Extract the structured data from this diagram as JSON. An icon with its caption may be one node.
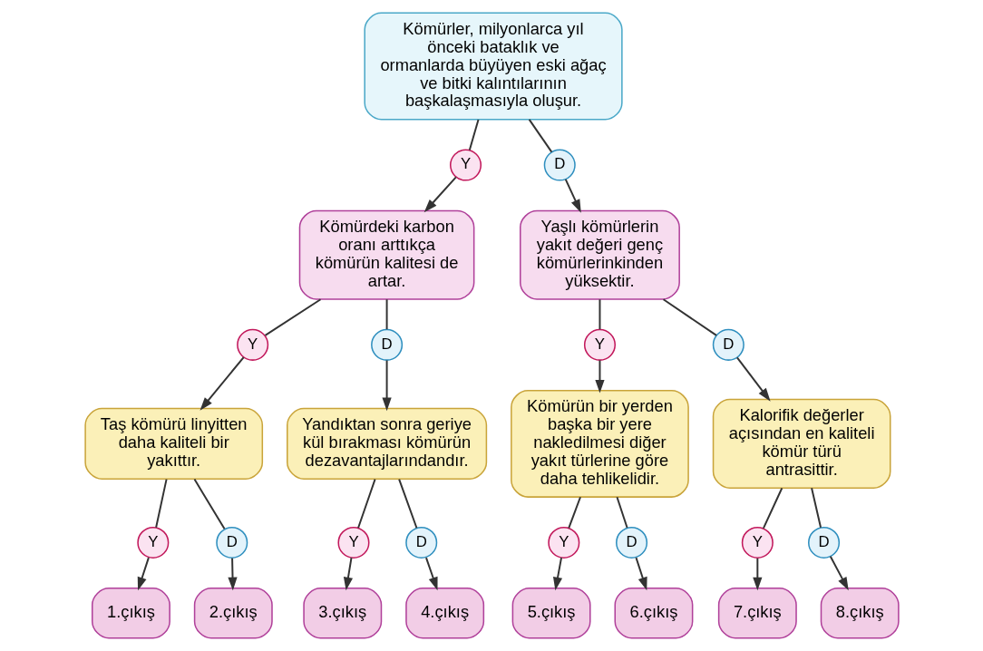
{
  "diagram": {
    "nodes": [
      {
        "text": [
          "Kömürler, milyonlarca yıl önceki bataklık ve ormanlarda büyüyen eski ağaç ve bitki kalıntılarının başkalaşmasıyla oluşur."
        ]
      },
      {
        "text": [
          "Y"
        ]
      },
      {
        "text": [
          "D"
        ]
      },
      {
        "text": [
          "Kömürdeki karbon oranı arttıkça kömürün kalitesi de artar."
        ]
      },
      {
        "text": [
          "Yaşlı kömürlerin yakıt değeri genç kömürlerinkinden yüksektir."
        ]
      },
      {
        "text": [
          "Y"
        ]
      },
      {
        "text": [
          "D"
        ]
      },
      {
        "text": [
          "Y"
        ]
      },
      {
        "text": [
          "D"
        ]
      },
      {
        "text": [
          "Taş kömürü linyitten daha kaliteli bir yakıttır."
        ]
      },
      {
        "text": [
          "Yandıktan sonra geriye kül bırakması kömürün dezavantajlarındandır."
        ]
      },
      {
        "text": [
          "Kömürün bir yerden başka bir yere nakledilmesi diğer yakıt türlerine göre daha tehlikelidir."
        ]
      },
      {
        "text": [
          "Kalorifik değerler açısından en kaliteli kömür türü antrasittir."
        ]
      },
      {
        "text": [
          "Y"
        ]
      },
      {
        "text": [
          "D"
        ]
      },
      {
        "text": [
          "Y"
        ]
      },
      {
        "text": [
          "D"
        ]
      },
      {
        "text": [
          "Y"
        ]
      },
      {
        "text": [
          "D"
        ]
      },
      {
        "text": [
          "Y"
        ]
      },
      {
        "text": [
          "D"
        ]
      },
      {
        "text": [
          "1.çıkış"
        ]
      },
      {
        "text": [
          "2.çıkış"
        ]
      },
      {
        "text": [
          "3.çıkış"
        ]
      },
      {
        "text": [
          "4.çıkış"
        ]
      },
      {
        "text": [
          "5.çıkış"
        ]
      },
      {
        "text": [
          "6.çıkış"
        ]
      },
      {
        "text": [
          "7.çıkış"
        ]
      },
      {
        "text": [
          "8.çıkış"
        ]
      }
    ],
    "edges": [
      {
        "from": 0,
        "to": 1,
        "arrow": "none"
      },
      {
        "from": 0,
        "to": 2,
        "arrow": "none"
      },
      {
        "from": 1,
        "to": 3,
        "arrow": "to"
      },
      {
        "from": 2,
        "to": 4,
        "arrow": "to"
      },
      {
        "from": 3,
        "to": 5,
        "arrow": "none"
      },
      {
        "from": 5,
        "to": 9,
        "arrow": "to"
      },
      {
        "from": 3,
        "to": 6,
        "arrow": "none"
      },
      {
        "from": 6,
        "to": 10,
        "arrow": "to"
      },
      {
        "from": 4,
        "to": 7,
        "arrow": "none"
      },
      {
        "from": 7,
        "to": 11,
        "arrow": "to"
      },
      {
        "from": 4,
        "to": 8,
        "arrow": "none"
      },
      {
        "from": 8,
        "to": 12,
        "arrow": "to"
      },
      {
        "from": 9,
        "to": 13,
        "arrow": "none"
      },
      {
        "from": 13,
        "to": 21,
        "arrow": "to"
      },
      {
        "from": 9,
        "to": 14,
        "arrow": "none"
      },
      {
        "from": 14,
        "to": 22,
        "arrow": "to"
      },
      {
        "from": 10,
        "to": 15,
        "arrow": "none"
      },
      {
        "from": 15,
        "to": 23,
        "arrow": "to"
      },
      {
        "from": 10,
        "to": 16,
        "arrow": "none"
      },
      {
        "from": 16,
        "to": 24,
        "arrow": "to"
      },
      {
        "from": 11,
        "to": 17,
        "arrow": "none"
      },
      {
        "from": 17,
        "to": 25,
        "arrow": "to"
      },
      {
        "from": 11,
        "to": 18,
        "arrow": "none"
      },
      {
        "from": 18,
        "to": 26,
        "arrow": "to"
      },
      {
        "from": 12,
        "to": 19,
        "arrow": "none"
      },
      {
        "from": 19,
        "to": 27,
        "arrow": "to"
      },
      {
        "from": 12,
        "to": 20,
        "arrow": "none"
      },
      {
        "from": 20,
        "to": 28,
        "arrow": "to"
      }
    ]
  }
}
